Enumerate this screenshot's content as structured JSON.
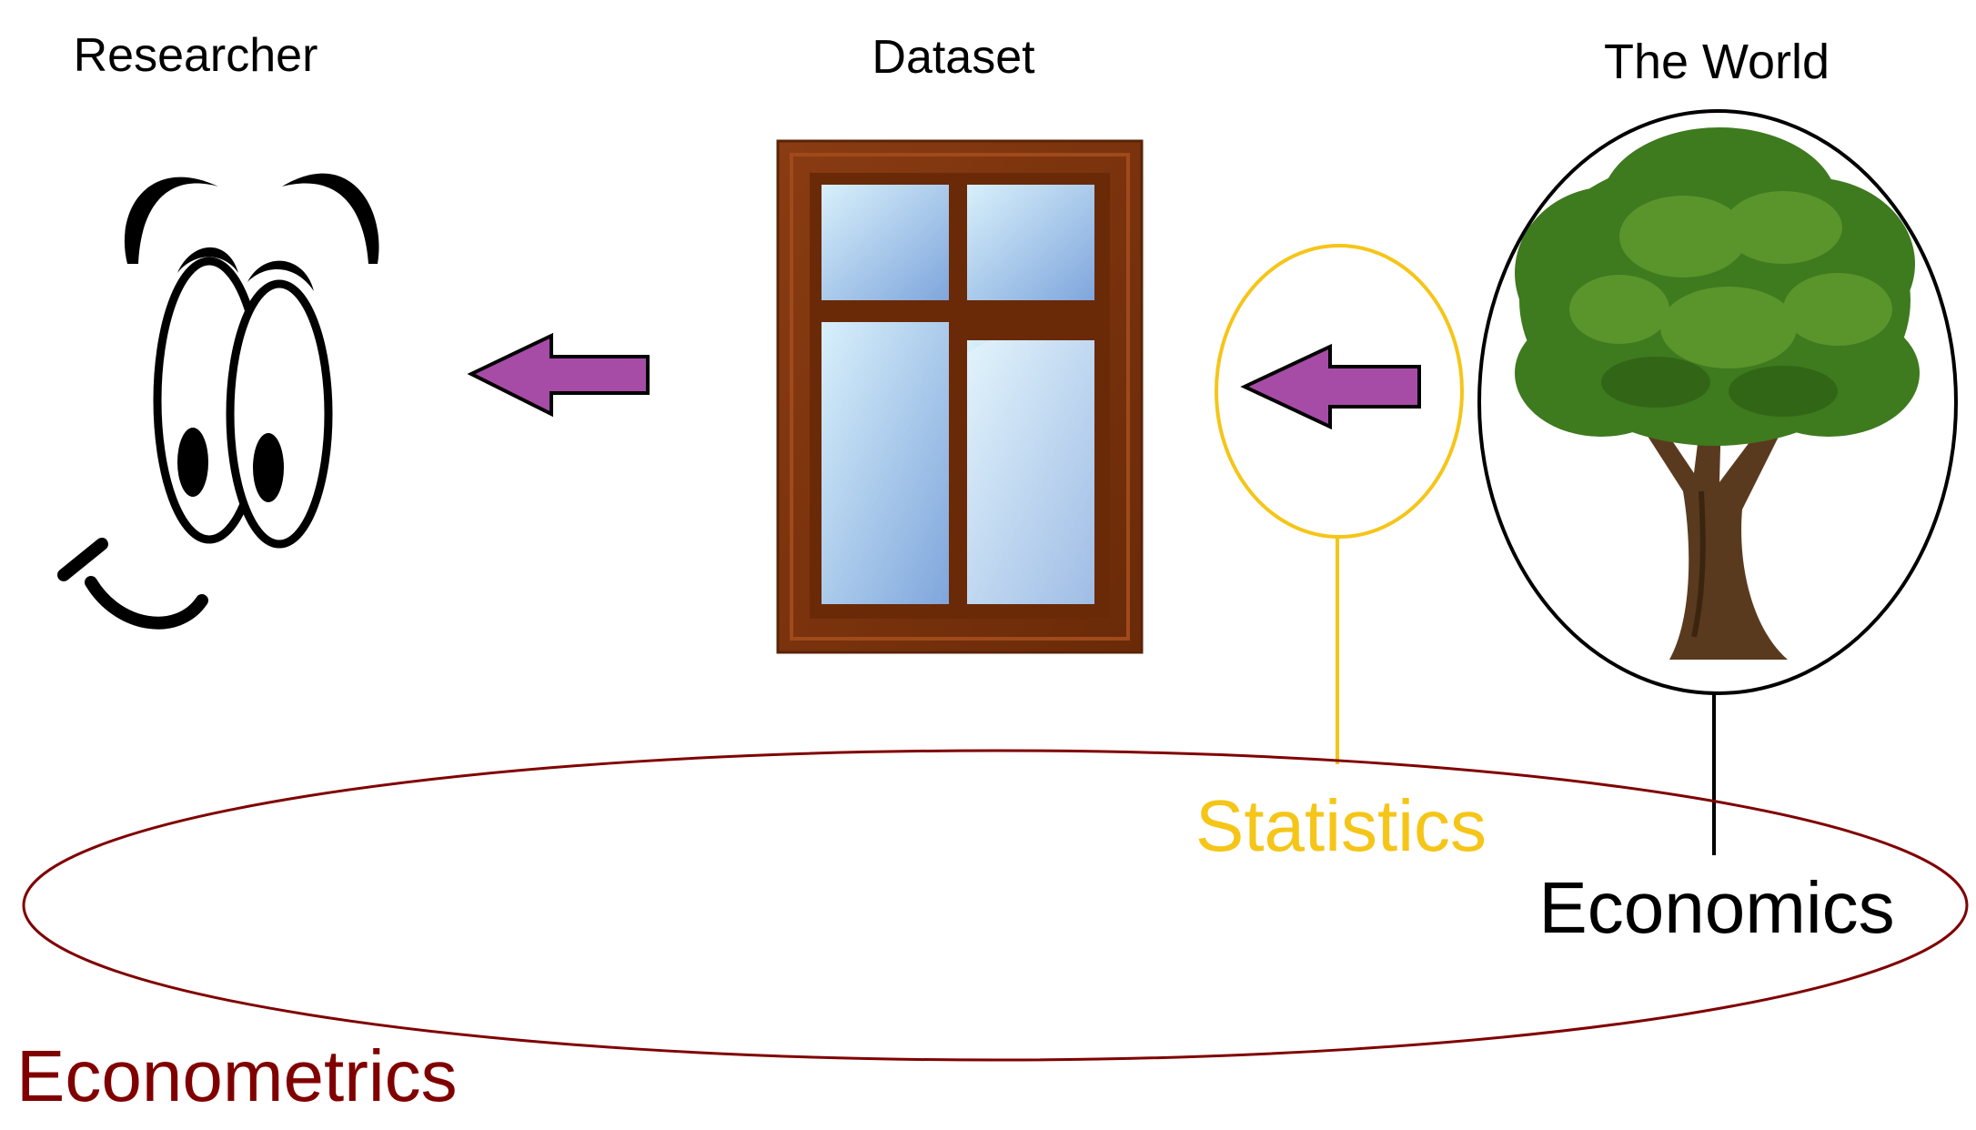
{
  "labels": {
    "researcher": "Researcher",
    "dataset": "Dataset",
    "world": "The World",
    "statistics": "Statistics",
    "economics": "Economics",
    "econometrics": "Econometrics"
  },
  "colors": {
    "econometrics": "#800000",
    "statistics": "#F5C518",
    "economics": "#000000",
    "arrow_fill": "#A64CA6",
    "window_frame": "#7A3410",
    "tree_leaves": "#3E7A1E",
    "tree_trunk": "#5A3A1E"
  },
  "icons": {
    "researcher": "cartoon-face-icon",
    "dataset": "window-icon",
    "world": "tree-icon",
    "flow": "left-arrow-icon"
  }
}
